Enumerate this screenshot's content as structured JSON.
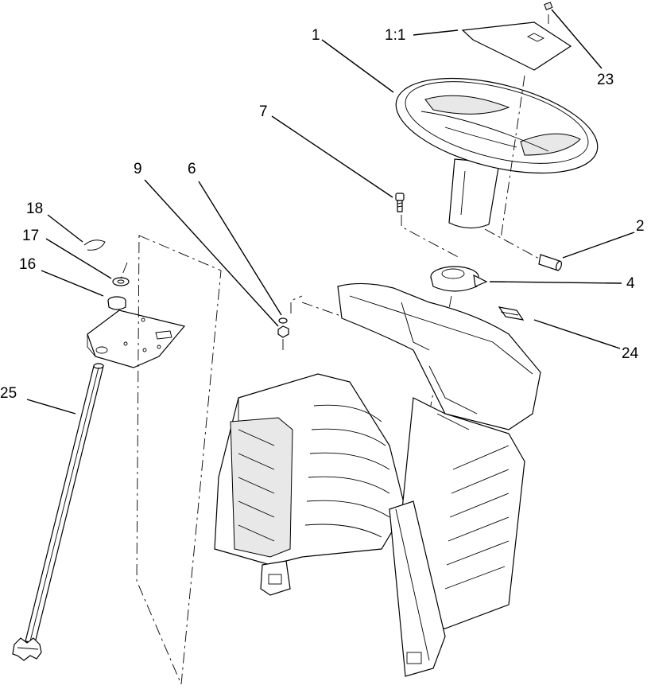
{
  "callouts": {
    "c1": "1",
    "c1_1": "1:1",
    "c23": "23",
    "c7": "7",
    "c9": "9",
    "c6": "6",
    "c2": "2",
    "c18": "18",
    "c17": "17",
    "c16": "16",
    "c4": "4",
    "c24": "24",
    "c25": "25"
  }
}
